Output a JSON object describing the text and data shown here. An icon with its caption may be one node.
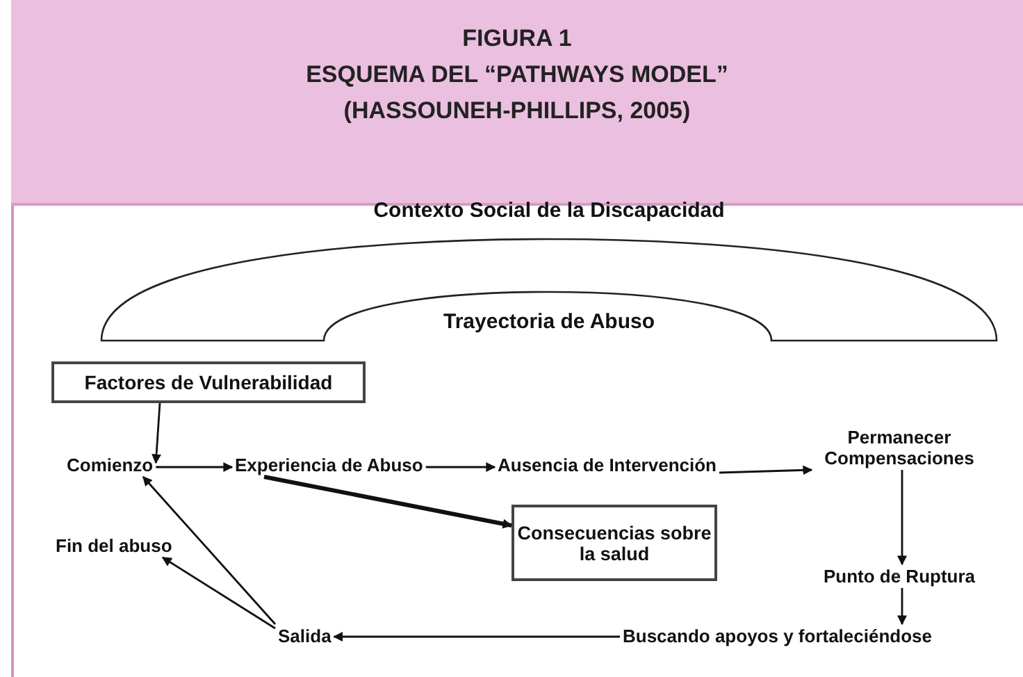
{
  "diagram": {
    "title": "FIGURA 1",
    "nodes": [
      {
        "text": [
          "Contexto Social de la Discapacidad",
          "Trayectoria de Abuso"
        ]
      },
      {
        "text": [
          "Factores de Vulnerabilidad"
        ]
      },
      {
        "text": [
          "Comienzo"
        ]
      },
      {
        "text": [
          "Experiencia de Abuso"
        ]
      },
      {
        "text": [
          "Ausencia de Intervención"
        ]
      },
      {
        "text": [
          "Permanecer Compensaciones"
        ]
      },
      {
        "text": [
          "Consecuencias sobre la salud"
        ]
      },
      {
        "text": [
          "Punto de Ruptura"
        ]
      },
      {
        "text": [
          "Buscando apoyos y fortaleciéndose"
        ]
      },
      {
        "text": [
          "Salida"
        ]
      },
      {
        "text": [
          "Fin del abuso"
        ]
      }
    ],
    "edges": [
      {
        "from": 1,
        "to": 2,
        "arrow": "to"
      },
      {
        "from": 2,
        "to": 3,
        "arrow": "to"
      },
      {
        "from": 3,
        "to": 4,
        "arrow": "to"
      },
      {
        "from": 4,
        "to": 5,
        "arrow": "to"
      },
      {
        "from": 3,
        "to": 6,
        "arrow": "to",
        "style": "thick"
      },
      {
        "from": 5,
        "to": 7,
        "arrow": "to"
      },
      {
        "from": 7,
        "to": 8,
        "arrow": "to"
      },
      {
        "from": 8,
        "to": 9,
        "arrow": "to"
      },
      {
        "from": 9,
        "to": 2,
        "arrow": "to"
      },
      {
        "from": 9,
        "to": 10,
        "arrow": "to"
      }
    ],
    "labels": [
      "ESQUEMA DEL “PATHWAYS MODEL”",
      "(HASSOUNEH-PHILLIPS, 2005)"
    ]
  }
}
